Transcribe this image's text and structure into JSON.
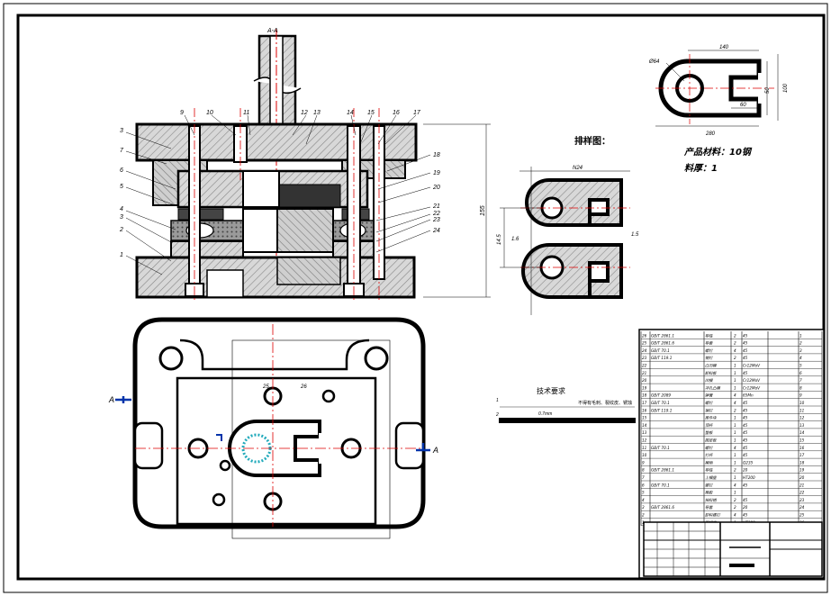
{
  "section": {
    "view_label": "A-A",
    "part_numbers_left": [
      "3",
      "7",
      "6",
      "5",
      "4",
      "3",
      "2",
      "1"
    ],
    "part_numbers_top": [
      "9",
      "10",
      "11",
      "12",
      "13",
      "14",
      "15",
      "16",
      "17"
    ],
    "part_numbers_right": [
      "18",
      "19",
      "20",
      "21",
      "22",
      "23",
      "24"
    ],
    "height_dim": "155"
  },
  "plan": {
    "arrow_left": "A",
    "arrow_right": "A",
    "labels": [
      "25",
      "26"
    ]
  },
  "layout_title": "排样图：",
  "layout_dims": {
    "width": "N24",
    "pitch": "14.5",
    "left": "1.6",
    "right": "1.5"
  },
  "product": {
    "dims": {
      "top": "140",
      "left": "Ø64",
      "right_a": "50",
      "right_b": "100",
      "bottom_a": "60",
      "bottom_b": "280"
    },
    "material_label": "产品材料：10钢",
    "thickness_label": "料厚：1"
  },
  "tech": {
    "heading": "技术要求",
    "note": "不得有毛刺、裂纹皮、锈蚀",
    "scale_mark": "0.7mm"
  },
  "bom_rows": [
    {
      "no": "26",
      "code": "GB/T 2861.1",
      "name": "导柱",
      "qty": "2",
      "mat": "45",
      "std": "1"
    },
    {
      "no": "25",
      "code": "GB/T 2861.6",
      "name": "导套",
      "qty": "2",
      "mat": "45",
      "std": "2"
    },
    {
      "no": "24",
      "code": "GB/T 70.1",
      "name": "螺钉",
      "qty": "4",
      "mat": "45",
      "std": "3"
    },
    {
      "no": "23",
      "code": "GB/T 119.1",
      "name": "销钉",
      "qty": "2",
      "mat": "45",
      "std": "4"
    },
    {
      "no": "22",
      "code": "",
      "name": "凸凹模",
      "qty": "1",
      "mat": "Cr12MoV",
      "std": "5"
    },
    {
      "no": "21",
      "code": "",
      "name": "卸料板",
      "qty": "1",
      "mat": "45",
      "std": "6"
    },
    {
      "no": "20",
      "code": "",
      "name": "凹模",
      "qty": "1",
      "mat": "Cr12MoV",
      "std": "7"
    },
    {
      "no": "19",
      "code": "",
      "name": "冲孔凸模",
      "qty": "1",
      "mat": "Cr12MoV",
      "std": "8"
    },
    {
      "no": "18",
      "code": "GB/T 2089",
      "name": "弹簧",
      "qty": "4",
      "mat": "65Mn",
      "std": "9"
    },
    {
      "no": "17",
      "code": "GB/T 70.1",
      "name": "螺钉",
      "qty": "4",
      "mat": "45",
      "std": "10"
    },
    {
      "no": "16",
      "code": "GB/T 119.1",
      "name": "销钉",
      "qty": "2",
      "mat": "45",
      "std": "11"
    },
    {
      "no": "15",
      "code": "",
      "name": "推件块",
      "qty": "1",
      "mat": "45",
      "std": "12"
    },
    {
      "no": "14",
      "code": "",
      "name": "顶杆",
      "qty": "1",
      "mat": "45",
      "std": "13"
    },
    {
      "no": "13",
      "code": "",
      "name": "垫板",
      "qty": "1",
      "mat": "45",
      "std": "14"
    },
    {
      "no": "12",
      "code": "",
      "name": "固定板",
      "qty": "1",
      "mat": "45",
      "std": "15"
    },
    {
      "no": "11",
      "code": "GB/T 70.1",
      "name": "螺钉",
      "qty": "4",
      "mat": "45",
      "std": "16"
    },
    {
      "no": "10",
      "code": "",
      "name": "打杆",
      "qty": "1",
      "mat": "45",
      "std": "17"
    },
    {
      "no": "9",
      "code": "",
      "name": "模柄",
      "qty": "1",
      "mat": "Q235",
      "std": "18"
    },
    {
      "no": "8",
      "code": "GB/T 2861.1",
      "name": "导柱",
      "qty": "2",
      "mat": "20",
      "std": "19"
    },
    {
      "no": "7",
      "code": "",
      "name": "上模座",
      "qty": "1",
      "mat": "HT200",
      "std": "20"
    },
    {
      "no": "6",
      "code": "GB/T 70.1",
      "name": "螺钉",
      "qty": "4",
      "mat": "45",
      "std": "21"
    },
    {
      "no": "5",
      "code": "",
      "name": "橡胶",
      "qty": "1",
      "mat": "",
      "std": "22"
    },
    {
      "no": "4",
      "code": "",
      "name": "挡料销",
      "qty": "2",
      "mat": "45",
      "std": "23"
    },
    {
      "no": "3",
      "code": "GB/T 2861.6",
      "name": "导套",
      "qty": "2",
      "mat": "20",
      "std": "24"
    },
    {
      "no": "2",
      "code": "",
      "name": "卸料螺钉",
      "qty": "4",
      "mat": "45",
      "std": "25"
    },
    {
      "no": "1",
      "code": "",
      "name": "下模座",
      "qty": "1",
      "mat": "HT200",
      "std": "26"
    }
  ]
}
